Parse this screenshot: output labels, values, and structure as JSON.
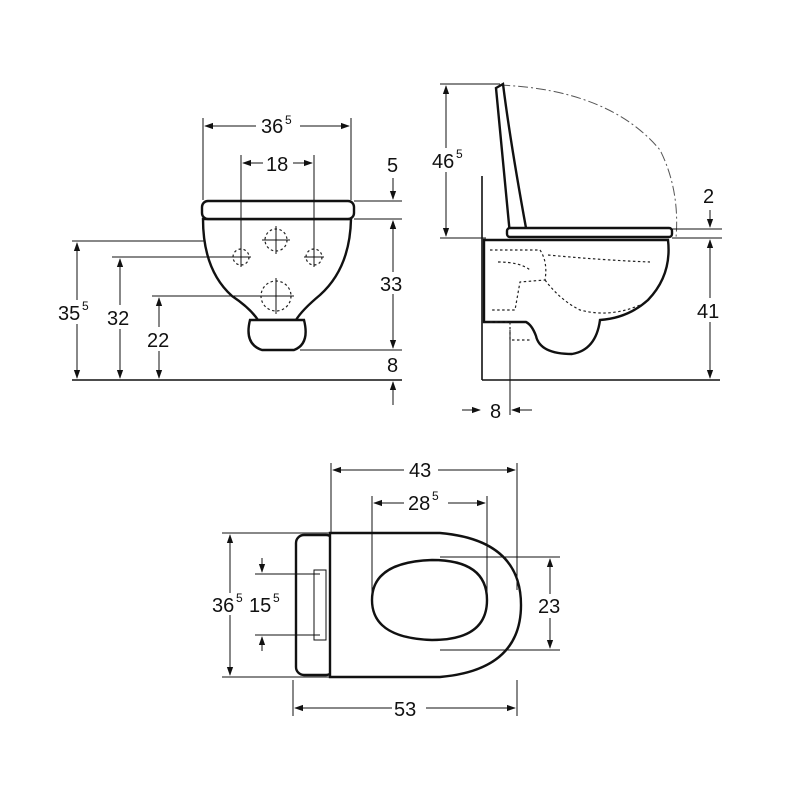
{
  "front_view": {
    "width_total": "36",
    "width_total_sup": "5",
    "fixing_spacing": "18",
    "seat_thickness": "5",
    "bowl_height": "33",
    "outlet_offset": "8",
    "overall_height": "35",
    "overall_height_sup": "5",
    "fixing_height": "32",
    "outlet_height": "22"
  },
  "side_view": {
    "lid_height": "46",
    "lid_height_sup": "5",
    "seat_gap": "2",
    "rim_height": "41",
    "wall_offset": "8"
  },
  "top_view": {
    "length_bowl": "43",
    "seat_opening_length": "28",
    "seat_opening_length_sup": "5",
    "width_total": "36",
    "width_total_sup": "5",
    "fixing_width": "15",
    "fixing_width_sup": "5",
    "seat_opening_width": "23",
    "length_total": "53"
  }
}
